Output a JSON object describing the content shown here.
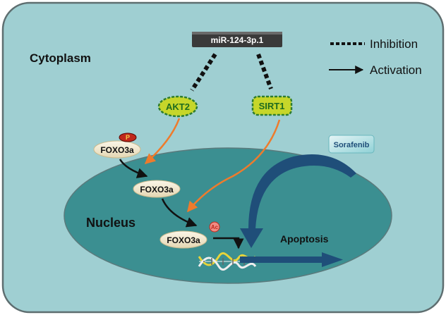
{
  "compartments": {
    "cytoplasm": "Cytoplasm",
    "nucleus": "Nucleus"
  },
  "legend": {
    "inhibition": "Inhibition",
    "activation": "Activation"
  },
  "nodes": {
    "mirna": "miR-124-3p.1",
    "akt2": "AKT2",
    "sirt1": "SIRT1",
    "sorafenib": "Sorafenib",
    "foxo3a_cyto": "FOXO3a",
    "foxo3a_nuc": "FOXO3a",
    "foxo3a_dna": "FOXO3a",
    "phospho": "P",
    "acetyl": "Ac",
    "apoptosis": "Apoptosis"
  },
  "colors": {
    "cell_fill": "#9fcfd2",
    "cell_stroke": "#5e6e70",
    "nucleus_fill": "#3b8f91",
    "mirna_box": "#3a3a3a",
    "akt2_fill": "#c6d62a",
    "akt2_border": "#2f7d2f",
    "sirt1_fill": "#c6d62a",
    "activation_orange": "#ee7b2c",
    "sorafenib_arrow": "#1f4e79",
    "apoptosis_arrow": "#1f4e79",
    "phospho_fill": "#c0281b",
    "acetyl_fill": "#f08c84",
    "foxo_fill": "#f3ead3",
    "dna_yellow": "#e7d43a"
  }
}
